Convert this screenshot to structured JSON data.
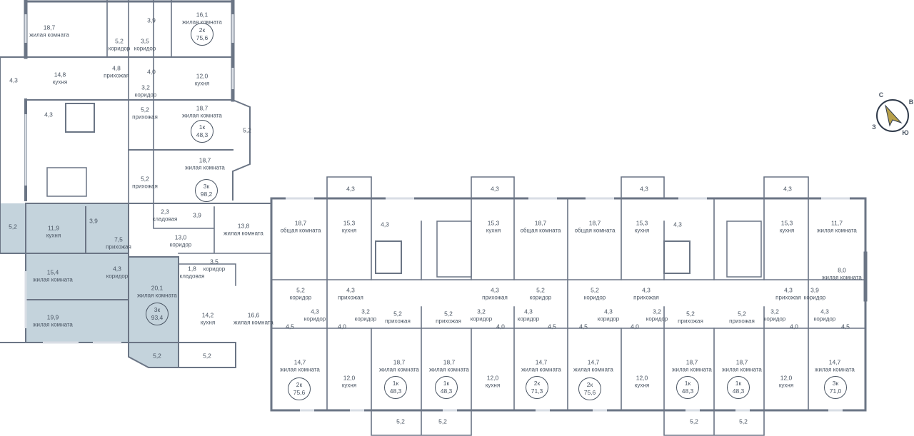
{
  "colors": {
    "wall": "#6b7585",
    "highlight": "#c4d3dc",
    "text": "#4a5563",
    "room": "#ffffff"
  },
  "compass": {
    "n": "С",
    "e": "В",
    "s": "Ю",
    "w": "З",
    "icon": "compass-icon"
  },
  "badges": [
    {
      "id": "b1",
      "type": "2к",
      "area": "75,6",
      "highlight": false
    },
    {
      "id": "b2",
      "type": "1к",
      "area": "48,3",
      "highlight": false
    },
    {
      "id": "b3",
      "type": "3к",
      "area": "98,2",
      "highlight": false
    },
    {
      "id": "b4",
      "type": "3к",
      "area": "93,4",
      "highlight": true
    },
    {
      "id": "b5",
      "type": "2к",
      "area": "75,6",
      "highlight": false
    },
    {
      "id": "b6",
      "type": "1к",
      "area": "48,3",
      "highlight": false
    },
    {
      "id": "b7",
      "type": "1к",
      "area": "48,3",
      "highlight": false
    },
    {
      "id": "b8",
      "type": "2к",
      "area": "71,3",
      "highlight": false
    },
    {
      "id": "b9",
      "type": "2к",
      "area": "75,6",
      "highlight": false
    },
    {
      "id": "b10",
      "type": "1к",
      "area": "48,3",
      "highlight": false
    },
    {
      "id": "b11",
      "type": "1к",
      "area": "48,3",
      "highlight": false
    },
    {
      "id": "b12",
      "type": "3к",
      "area": "71,0",
      "highlight": false
    }
  ],
  "rooms": [
    {
      "id": "r1",
      "area": "18,7",
      "name": "жилая комната"
    },
    {
      "id": "r2",
      "area": "3,9",
      "name": ""
    },
    {
      "id": "r3",
      "area": "16,1",
      "name": "жилая комната"
    },
    {
      "id": "r4",
      "area": "5,2",
      "name": "коридор"
    },
    {
      "id": "r5",
      "area": "3,5",
      "name": "коридор"
    },
    {
      "id": "r6",
      "area": "4,8",
      "name": "прихожая"
    },
    {
      "id": "r7",
      "area": "4,0",
      "name": ""
    },
    {
      "id": "r8",
      "area": "12,0",
      "name": "кухня"
    },
    {
      "id": "r9",
      "area": "14,8",
      "name": "кухня"
    },
    {
      "id": "r10",
      "area": "4,3",
      "name": ""
    },
    {
      "id": "r11",
      "area": "3,2",
      "name": "коридор"
    },
    {
      "id": "r12",
      "area": "4,3",
      "name": ""
    },
    {
      "id": "r13",
      "area": "5,2",
      "name": "прихожая"
    },
    {
      "id": "r14",
      "area": "18,7",
      "name": "жилая комната"
    },
    {
      "id": "r15",
      "area": "5,2",
      "name": ""
    },
    {
      "id": "r16",
      "area": "18,7",
      "name": "жилая комната"
    },
    {
      "id": "r17",
      "area": "5,2",
      "name": "прихожая"
    },
    {
      "id": "r18",
      "area": "2,3",
      "name": "кладовая"
    },
    {
      "id": "r19",
      "area": "3,9",
      "name": ""
    },
    {
      "id": "r20",
      "area": "13,8",
      "name": "жилая комната"
    },
    {
      "id": "r21",
      "area": "5,2",
      "name": ""
    },
    {
      "id": "r22",
      "area": "11,9",
      "name": "кухня"
    },
    {
      "id": "r23",
      "area": "3,9",
      "name": ""
    },
    {
      "id": "r24",
      "area": "7,5",
      "name": "прихожая"
    },
    {
      "id": "r25",
      "area": "13,0",
      "name": "коридор"
    },
    {
      "id": "r26",
      "area": "1,8",
      "name": "кладовая"
    },
    {
      "id": "r27",
      "area": "3,5",
      "name": "коридор"
    },
    {
      "id": "r28",
      "area": "15,4",
      "name": "жилая комната"
    },
    {
      "id": "r29",
      "area": "4,3",
      "name": "коридор"
    },
    {
      "id": "r30",
      "area": "20,1",
      "name": "жилая комната"
    },
    {
      "id": "r31",
      "area": "14,2",
      "name": "кухня"
    },
    {
      "id": "r32",
      "area": "16,6",
      "name": "жилая комната"
    },
    {
      "id": "r33",
      "area": "19,9",
      "name": "жилая комната"
    },
    {
      "id": "r34",
      "area": "5,2",
      "name": ""
    },
    {
      "id": "r35",
      "area": "5,2",
      "name": ""
    },
    {
      "id": "r36",
      "area": "4,3",
      "name": ""
    },
    {
      "id": "r37",
      "area": "4,3",
      "name": ""
    },
    {
      "id": "r38",
      "area": "4,3",
      "name": ""
    },
    {
      "id": "r39",
      "area": "4,3",
      "name": ""
    },
    {
      "id": "r40",
      "area": "18,7",
      "name": "общая комната"
    },
    {
      "id": "r41",
      "area": "15,3",
      "name": "кухня"
    },
    {
      "id": "r42",
      "area": "4,3",
      "name": ""
    },
    {
      "id": "r43",
      "area": "15,3",
      "name": "кухня"
    },
    {
      "id": "r44",
      "area": "18,7",
      "name": "общая комната"
    },
    {
      "id": "r45",
      "area": "18,7",
      "name": "общая комната"
    },
    {
      "id": "r46",
      "area": "15,3",
      "name": "кухня"
    },
    {
      "id": "r47",
      "area": "4,3",
      "name": ""
    },
    {
      "id": "r48",
      "area": "15,3",
      "name": "кухня"
    },
    {
      "id": "r49",
      "area": "11,7",
      "name": "жилая комната"
    },
    {
      "id": "r50",
      "area": "5,2",
      "name": "коридор"
    },
    {
      "id": "r51",
      "area": "4,3",
      "name": "прихожая"
    },
    {
      "id": "r52",
      "area": "4,3",
      "name": "прихожая"
    },
    {
      "id": "r53",
      "area": "5,2",
      "name": "коридор"
    },
    {
      "id": "r54",
      "area": "5,2",
      "name": "коридор"
    },
    {
      "id": "r55",
      "area": "4,3",
      "name": "прихожая"
    },
    {
      "id": "r56",
      "area": "4,3",
      "name": "прихожая"
    },
    {
      "id": "r57",
      "area": "8,0",
      "name": "жилая комната"
    },
    {
      "id": "r58",
      "area": "3,9",
      "name": "коридор"
    },
    {
      "id": "r59",
      "area": "4,3",
      "name": "коридор"
    },
    {
      "id": "r60",
      "area": "3,2",
      "name": "коридор"
    },
    {
      "id": "r61",
      "area": "5,2",
      "name": "прихожая"
    },
    {
      "id": "r62",
      "area": "5,2",
      "name": "прихожая"
    },
    {
      "id": "r63",
      "area": "3,2",
      "name": "коридор"
    },
    {
      "id": "r64",
      "area": "4,3",
      "name": "коридор"
    },
    {
      "id": "r65",
      "area": "4,3",
      "name": "коридор"
    },
    {
      "id": "r66",
      "area": "3,2",
      "name": "коридор"
    },
    {
      "id": "r67",
      "area": "5,2",
      "name": "прихожая"
    },
    {
      "id": "r68",
      "area": "5,2",
      "name": "прихожая"
    },
    {
      "id": "r69",
      "area": "3,2",
      "name": "коридор"
    },
    {
      "id": "r70",
      "area": "4,3",
      "name": "коридор"
    },
    {
      "id": "r71",
      "area": "4,5",
      "name": ""
    },
    {
      "id": "r72",
      "area": "4,0",
      "name": ""
    },
    {
      "id": "r73",
      "area": "4,0",
      "name": ""
    },
    {
      "id": "r74",
      "area": "4,5",
      "name": ""
    },
    {
      "id": "r75",
      "area": "4,5",
      "name": ""
    },
    {
      "id": "r76",
      "area": "4,0",
      "name": ""
    },
    {
      "id": "r77",
      "area": "4,0",
      "name": ""
    },
    {
      "id": "r78",
      "area": "4,5",
      "name": ""
    },
    {
      "id": "r79",
      "area": "14,7",
      "name": "жилая комната"
    },
    {
      "id": "r80",
      "area": "12,0",
      "name": "кухня"
    },
    {
      "id": "r81",
      "area": "18,7",
      "name": "жилая комната"
    },
    {
      "id": "r82",
      "area": "18,7",
      "name": "жилая комната"
    },
    {
      "id": "r83",
      "area": "12,0",
      "name": "кухня"
    },
    {
      "id": "r84",
      "area": "14,7",
      "name": "жилая комната"
    },
    {
      "id": "r85",
      "area": "14,7",
      "name": "жилая комната"
    },
    {
      "id": "r86",
      "area": "12,0",
      "name": "кухня"
    },
    {
      "id": "r87",
      "area": "18,7",
      "name": "жилая комната"
    },
    {
      "id": "r88",
      "area": "18,7",
      "name": "жилая комната"
    },
    {
      "id": "r89",
      "area": "12,0",
      "name": "кухня"
    },
    {
      "id": "r90",
      "area": "14,7",
      "name": "жилая комната"
    },
    {
      "id": "r91",
      "area": "5,2",
      "name": ""
    },
    {
      "id": "r92",
      "area": "5,2",
      "name": ""
    },
    {
      "id": "r93",
      "area": "5,2",
      "name": ""
    },
    {
      "id": "r94",
      "area": "5,2",
      "name": ""
    }
  ]
}
